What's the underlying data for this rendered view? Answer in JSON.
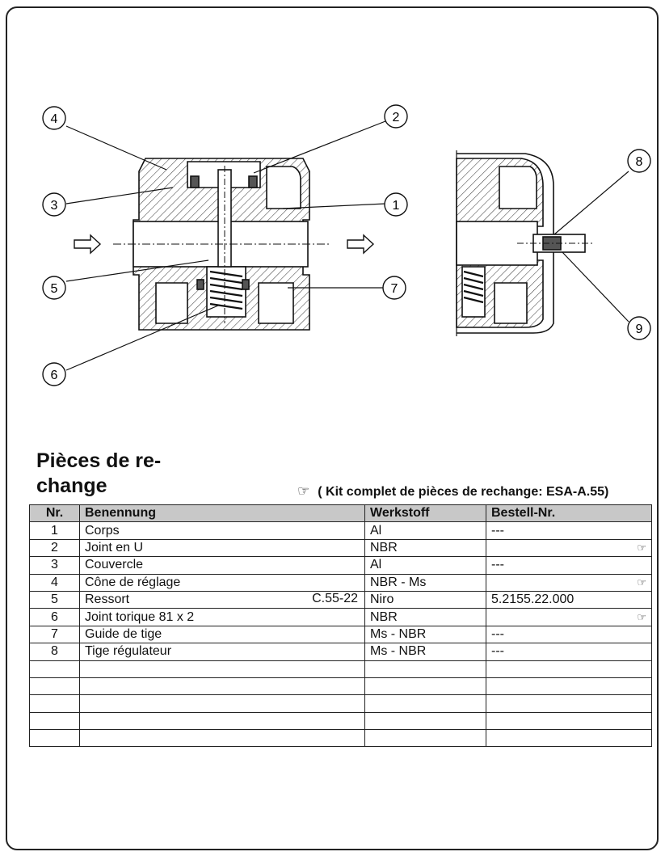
{
  "callouts": [
    "1",
    "2",
    "3",
    "4",
    "5",
    "6",
    "7",
    "8",
    "9"
  ],
  "heading": {
    "line1": "Pièces de re-",
    "line2": "change"
  },
  "kit_note": "( Kit complet de pièces de rechange: ESA-A.55)",
  "ref_symbol": "☞",
  "table": {
    "headers": [
      "Nr.",
      "Benennung",
      "Werkstoff",
      "Bestell-Nr."
    ],
    "rows": [
      {
        "nr": "1",
        "name": "Corps",
        "code": "",
        "material": "Al",
        "order": "---",
        "ref": false
      },
      {
        "nr": "2",
        "name": "Joint en U",
        "code": "",
        "material": "NBR",
        "order": "",
        "ref": true
      },
      {
        "nr": "3",
        "name": "Couvercle",
        "code": "",
        "material": "Al",
        "order": "---",
        "ref": false
      },
      {
        "nr": "4",
        "name": "Cône de réglage",
        "code": "",
        "material": "NBR - Ms",
        "order": "",
        "ref": true
      },
      {
        "nr": "5",
        "name": "Ressort",
        "code": "C.55-22",
        "material": "Niro",
        "order": "5.2155.22.000",
        "ref": false
      },
      {
        "nr": "6",
        "name": "Joint torique 81 x 2",
        "code": "",
        "material": "NBR",
        "order": "",
        "ref": true
      },
      {
        "nr": "7",
        "name": "Guide de tige",
        "code": "",
        "material": "Ms - NBR",
        "order": "---",
        "ref": false
      },
      {
        "nr": "8",
        "name": "Tige régulateur",
        "code": "",
        "material": "Ms - NBR",
        "order": "---",
        "ref": false
      },
      {
        "nr": "",
        "name": "",
        "code": "",
        "material": "",
        "order": "",
        "ref": false
      },
      {
        "nr": "",
        "name": "",
        "code": "",
        "material": "",
        "order": "",
        "ref": false
      },
      {
        "nr": "",
        "name": "",
        "code": "",
        "material": "",
        "order": "",
        "ref": false
      },
      {
        "nr": "",
        "name": "",
        "code": "",
        "material": "",
        "order": "",
        "ref": false
      },
      {
        "nr": "",
        "name": "",
        "code": "",
        "material": "",
        "order": "",
        "ref": false
      }
    ]
  }
}
